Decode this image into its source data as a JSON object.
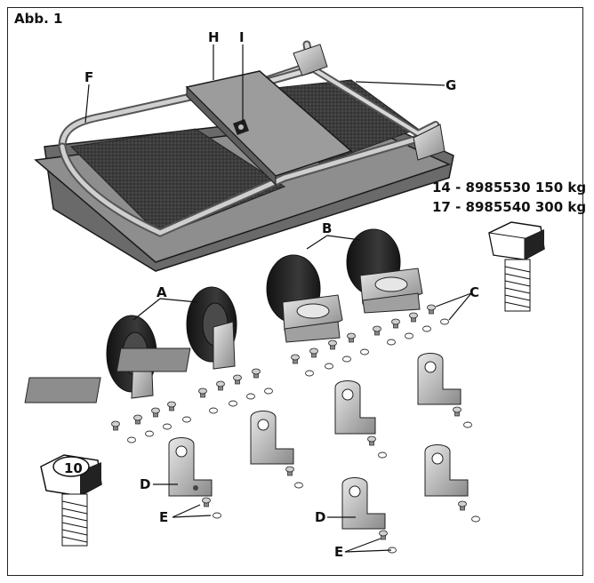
{
  "figure": {
    "title": "Abb. 1"
  },
  "labels": {
    "A": "A",
    "B": "B",
    "C": "C",
    "D": "D",
    "E": "E",
    "F": "F",
    "G": "G",
    "H": "H",
    "I": "I"
  },
  "specs": [
    {
      "text": "14 - 8985530 150 kg"
    },
    {
      "text": "17 - 8985540 300 kg"
    }
  ],
  "bolt_small": {
    "text": "10"
  },
  "colors": {
    "line": "#1a1a1a",
    "metal_light": "#d0d0d0",
    "metal_dark": "#6e6e6e",
    "mat": "#3a3a3a",
    "tire": "#222222"
  }
}
